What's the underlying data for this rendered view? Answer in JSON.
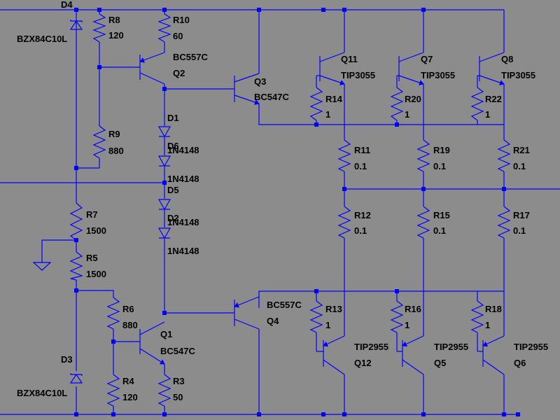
{
  "schematic": {
    "wire_color": "#0000ff",
    "background": "#8c8c8c",
    "components": {
      "D4": {
        "ref": "D4",
        "value": "BZX84C10L"
      },
      "D3": {
        "ref": "D3",
        "value": "BZX84C10L"
      },
      "R8": {
        "ref": "R8",
        "value": "120"
      },
      "R9": {
        "ref": "R9",
        "value": "880"
      },
      "R10": {
        "ref": "R10",
        "value": "60"
      },
      "Q2": {
        "ref": "Q2",
        "value": "BC557C"
      },
      "Q3": {
        "ref": "Q3",
        "value": "BC547C"
      },
      "Q11": {
        "ref": "Q11",
        "value": "TIP3055"
      },
      "Q7": {
        "ref": "Q7",
        "value": "TIP3055"
      },
      "Q8": {
        "ref": "Q8",
        "value": "TIP3055"
      },
      "R14": {
        "ref": "R14",
        "value": "1"
      },
      "R20": {
        "ref": "R20",
        "value": "1"
      },
      "R22": {
        "ref": "R22",
        "value": "1"
      },
      "D1": {
        "ref": "D1",
        "value": "1N4148"
      },
      "D6": {
        "ref": "D6",
        "value": "1N4148"
      },
      "D5": {
        "ref": "D5",
        "value": "1N4148"
      },
      "D2": {
        "ref": "D2",
        "value": "1N4148"
      },
      "R11": {
        "ref": "R11",
        "value": "0.1"
      },
      "R19": {
        "ref": "R19",
        "value": "0.1"
      },
      "R21": {
        "ref": "R21",
        "value": "0.1"
      },
      "R12": {
        "ref": "R12",
        "value": "0.1"
      },
      "R15": {
        "ref": "R15",
        "value": "0.1"
      },
      "R17": {
        "ref": "R17",
        "value": "0.1"
      },
      "R7": {
        "ref": "R7",
        "value": "1500"
      },
      "R5": {
        "ref": "R5",
        "value": "1500"
      },
      "R6": {
        "ref": "R6",
        "value": "880"
      },
      "R4": {
        "ref": "R4",
        "value": "120"
      },
      "Q1": {
        "ref": "Q1",
        "value": "BC547C"
      },
      "R3": {
        "ref": "R3",
        "value": "50"
      },
      "Q4": {
        "ref": "Q4",
        "value": "BC557C"
      },
      "R13": {
        "ref": "R13",
        "value": "1"
      },
      "R16": {
        "ref": "R16",
        "value": "1"
      },
      "R18": {
        "ref": "R18",
        "value": "1"
      },
      "Q12": {
        "ref": "Q12",
        "value": "TIP2955"
      },
      "Q5": {
        "ref": "Q5",
        "value": "TIP2955"
      },
      "Q6": {
        "ref": "Q6",
        "value": "TIP2955"
      }
    }
  }
}
